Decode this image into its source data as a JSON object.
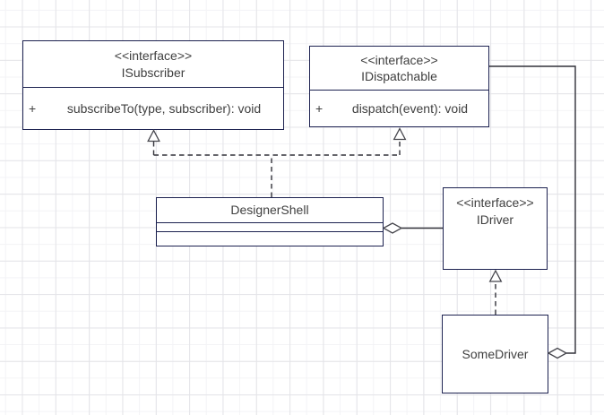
{
  "canvas": {
    "background": "#ffffff",
    "grid_minor_color": "#f3f3f6",
    "grid_major_color": "#e4e4e8"
  },
  "palette": {
    "box_border": "#1c2150",
    "connector_line": "#32323a",
    "text": "#404040"
  },
  "classes": {
    "isubscriber": {
      "stereotype": "<<interface>>",
      "name": "ISubscriber",
      "members": [
        {
          "visibility": "+",
          "signature": "subscribeTo(type, subscriber): void"
        }
      ]
    },
    "idispatchable": {
      "stereotype": "<<interface>>",
      "name": "IDispatchable",
      "members": [
        {
          "visibility": "+",
          "signature": "dispatch(event): void"
        }
      ]
    },
    "designer_shell": {
      "name": "DesignerShell"
    },
    "idriver": {
      "stereotype": "<<interface>>",
      "name": "IDriver"
    },
    "some_driver": {
      "name": "SomeDriver"
    }
  },
  "relations": [
    {
      "type": "realization",
      "from": "DesignerShell",
      "to": "ISubscriber",
      "marker": "hollow-triangle",
      "line": "dashed"
    },
    {
      "type": "realization",
      "from": "DesignerShell",
      "to": "IDispatchable",
      "marker": "hollow-triangle",
      "line": "dashed"
    },
    {
      "type": "realization",
      "from": "SomeDriver",
      "to": "IDriver",
      "marker": "hollow-triangle",
      "line": "dashed"
    },
    {
      "type": "aggregation",
      "from": "DesignerShell",
      "to": "IDriver",
      "marker": "hollow-diamond",
      "line": "solid"
    },
    {
      "type": "aggregation",
      "from": "SomeDriver",
      "to": "IDispatchable",
      "marker": "hollow-diamond",
      "line": "solid"
    }
  ]
}
